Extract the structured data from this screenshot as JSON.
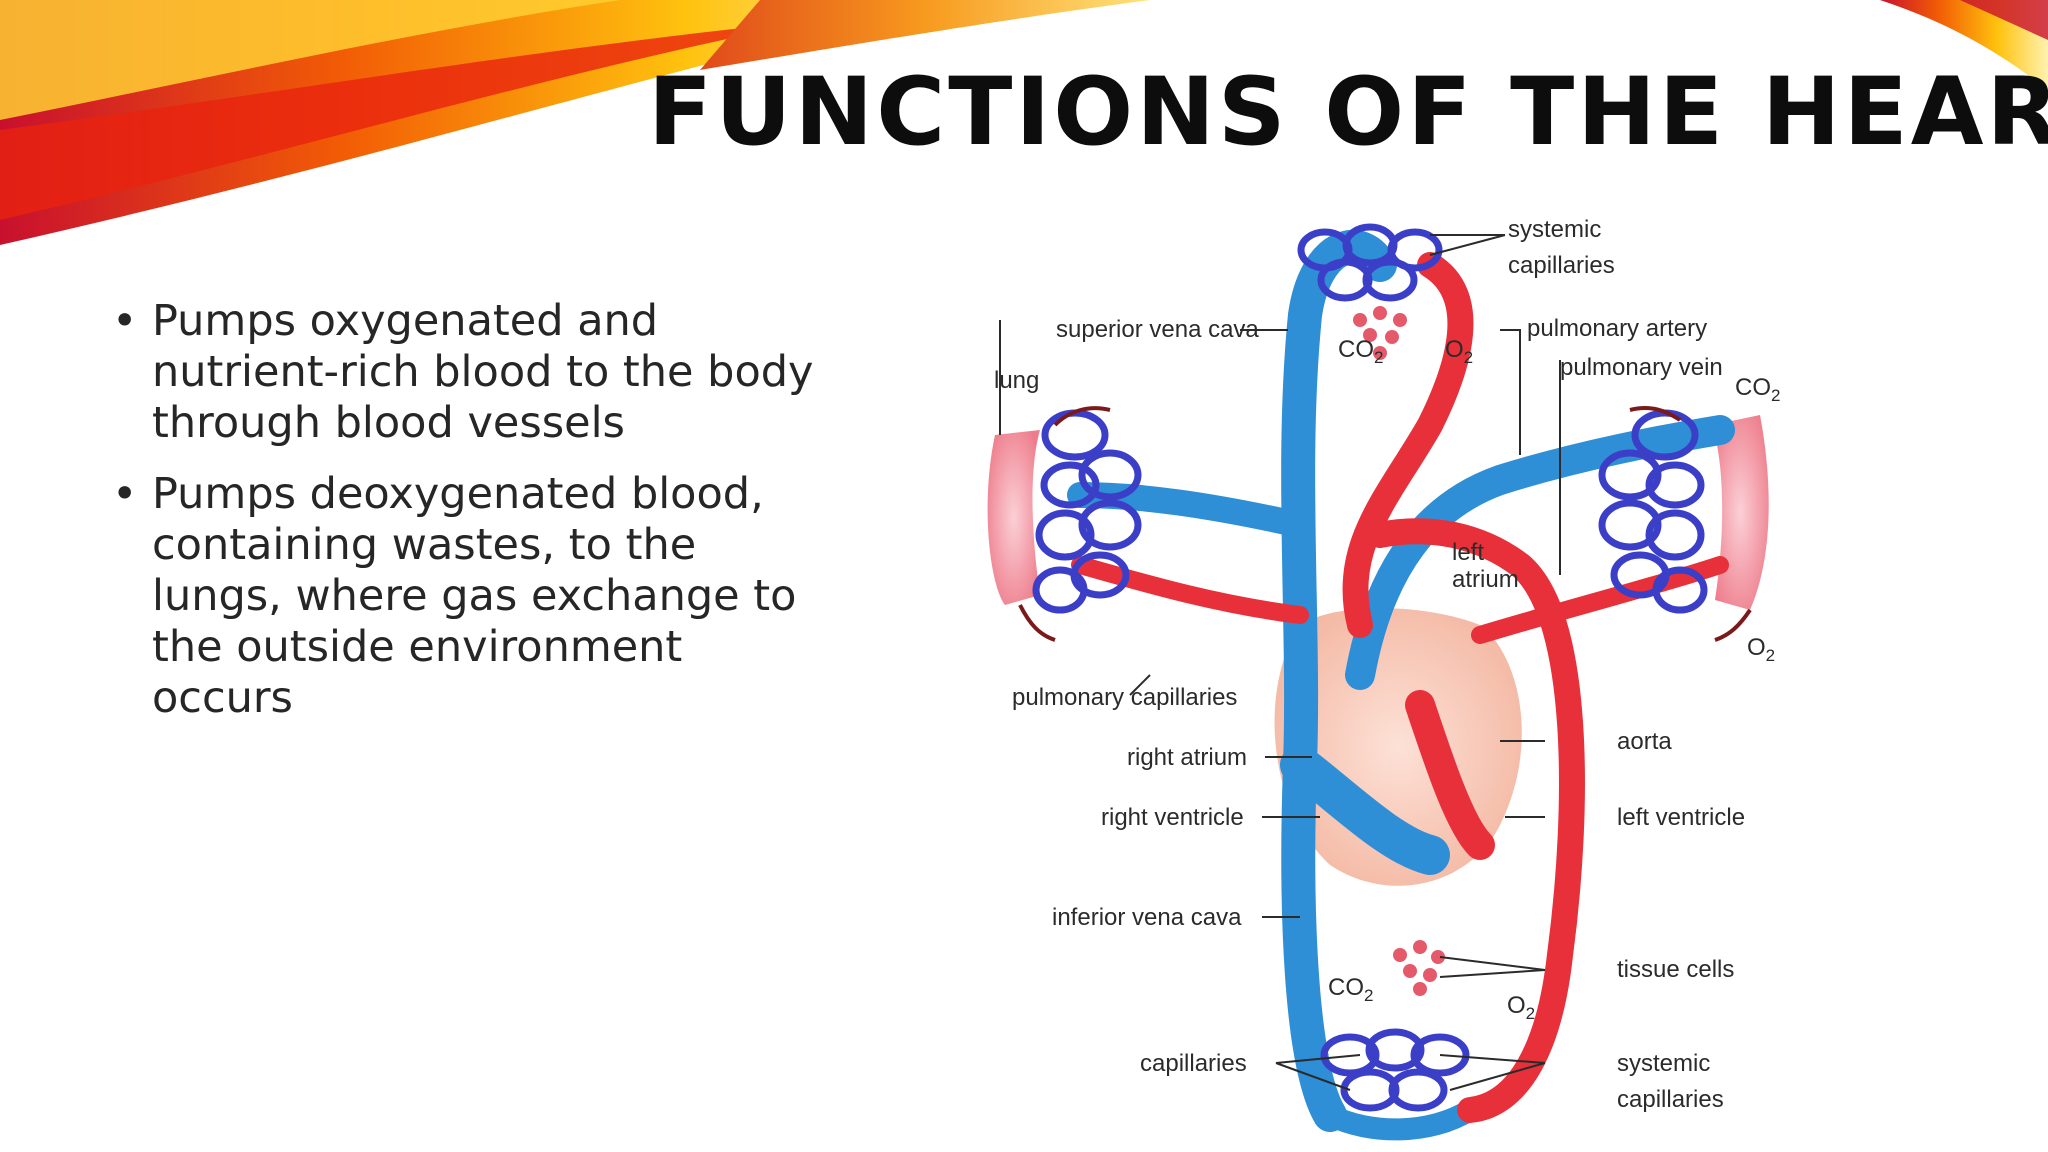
{
  "slide": {
    "title": "FUNCTIONS OF THE HEART",
    "bullets": [
      "Pumps oxygenated and nutrient-rich blood to the body through blood vessels",
      "Pumps deoxygenated blood, containing wastes, to the lungs, where gas exchange to the outside environment occurs"
    ],
    "bullet_glyph": "•"
  },
  "diagram": {
    "labels": {
      "systemic_capillaries_top_1": "systemic",
      "systemic_capillaries_top_2": "capillaries",
      "superior_vena_cava": "superior vena cava",
      "pulmonary_artery": "pulmonary artery",
      "pulmonary_vein": "pulmonary vein",
      "lung": "lung",
      "left_atrium_1": "left",
      "left_atrium_2": "atrium",
      "pulmonary_capillaries": "pulmonary capillaries",
      "right_atrium": "right atrium",
      "aorta": "aorta",
      "right_ventricle": "right ventricle",
      "left_ventricle": "left ventricle",
      "inferior_vena_cava": "inferior vena cava",
      "tissue_cells": "tissue cells",
      "capillaries": "capillaries",
      "systemic_capillaries_bottom_1": "systemic",
      "systemic_capillaries_bottom_2": "capillaries"
    },
    "gas": {
      "co2": "CO",
      "o2": "O",
      "sub": "2"
    },
    "colors": {
      "oxygenated": "#e8303a",
      "deoxygenated": "#2f8fd6",
      "capillary_blue": "#3b3fc7",
      "lung_tissue": "#f4a3ad",
      "heart_muscle": "#f7c6b8"
    }
  },
  "theme": {
    "accent_colors": [
      "#c8102e",
      "#f25c05",
      "#ffc20e"
    ]
  }
}
